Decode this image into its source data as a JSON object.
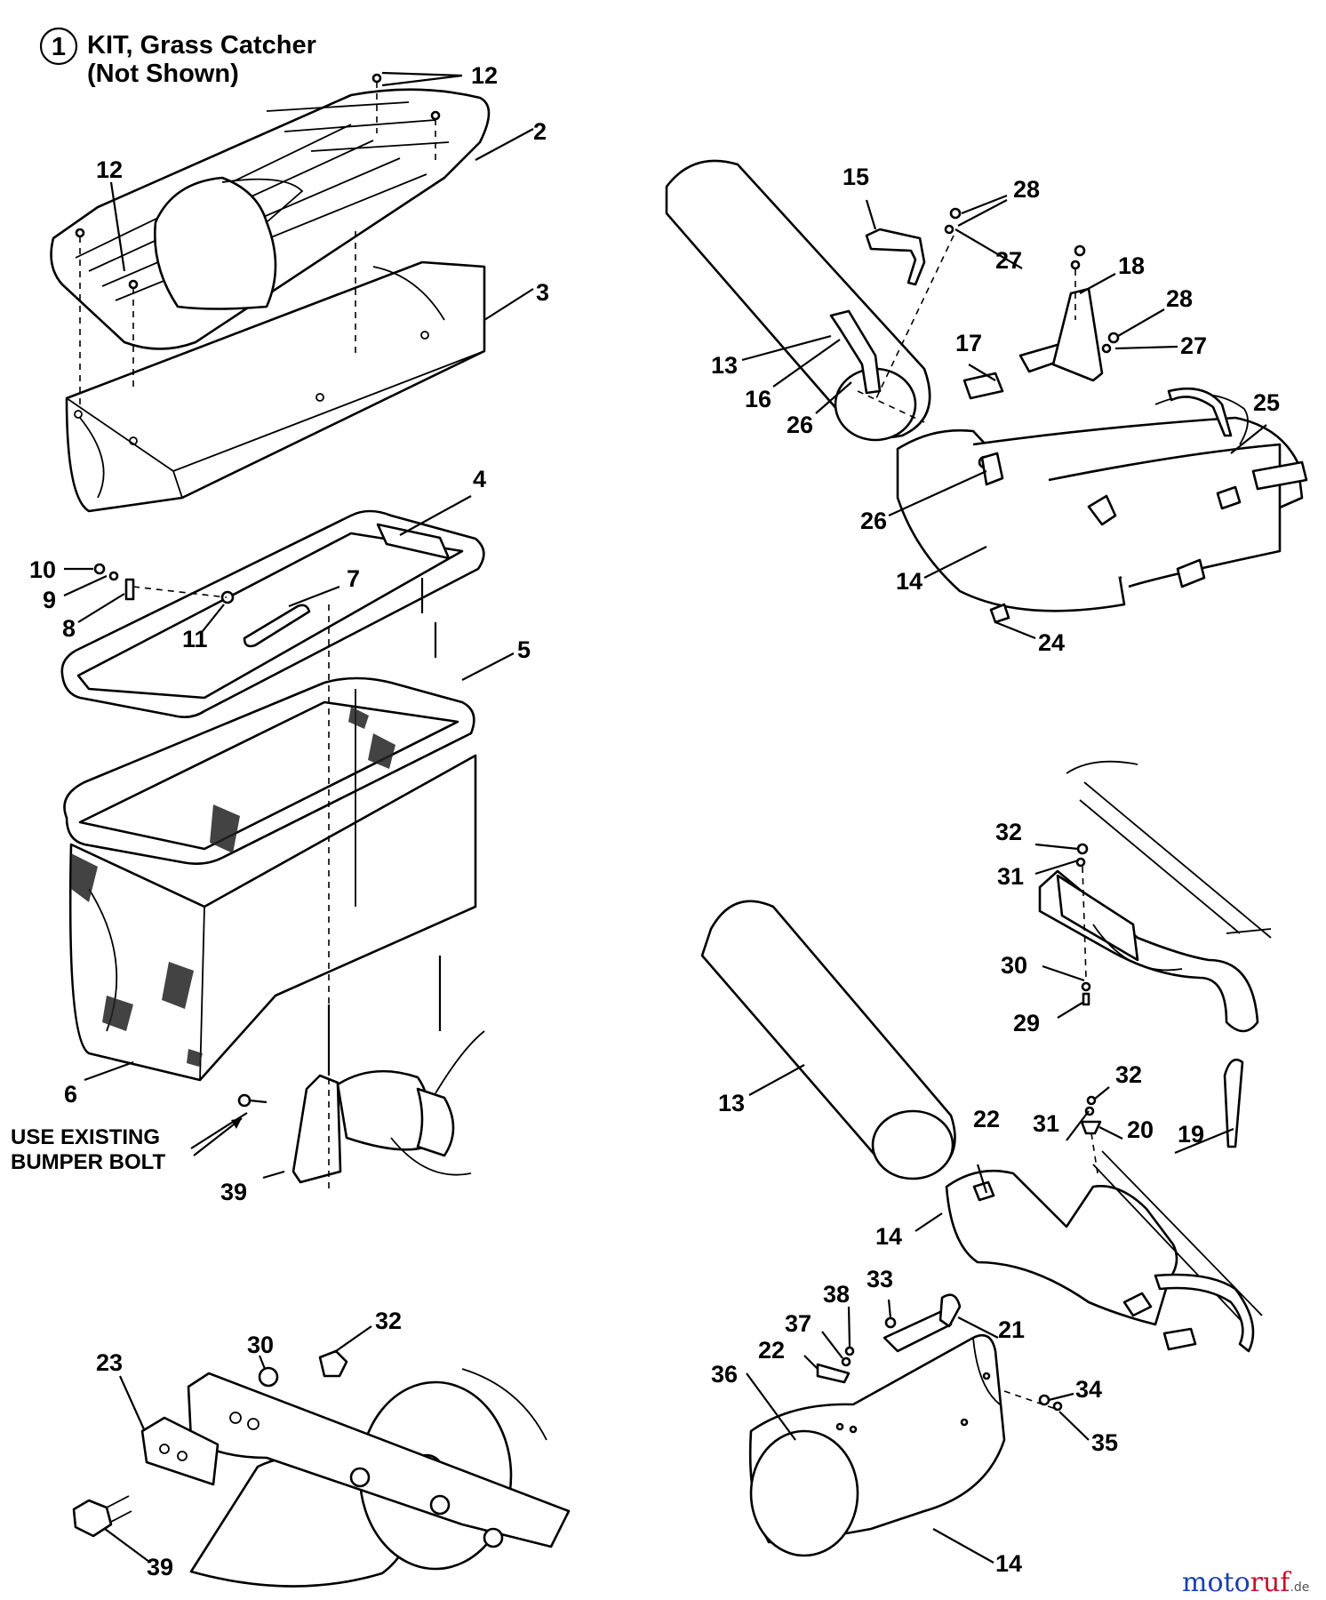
{
  "title": {
    "number": "1",
    "line1": "KIT, Grass Catcher",
    "line2": "(Not Shown)"
  },
  "note": {
    "line1": "USE EXISTING",
    "line2": "BUMPER BOLT"
  },
  "callouts": [
    "12",
    "2",
    "12",
    "3",
    "4",
    "10",
    "9",
    "8",
    "7",
    "11",
    "5",
    "6",
    "39",
    "15",
    "28",
    "27",
    "18",
    "28",
    "27",
    "13",
    "16",
    "17",
    "26",
    "25",
    "26",
    "14",
    "24",
    "32",
    "31",
    "30",
    "29",
    "13",
    "22",
    "32",
    "31",
    "20",
    "19",
    "14",
    "33",
    "38",
    "37",
    "21",
    "22",
    "36",
    "34",
    "35",
    "14",
    "30",
    "32",
    "23",
    "39"
  ],
  "watermark": {
    "brand_a": "moto",
    "brand_b": "ruf",
    "suffix": ".de"
  }
}
